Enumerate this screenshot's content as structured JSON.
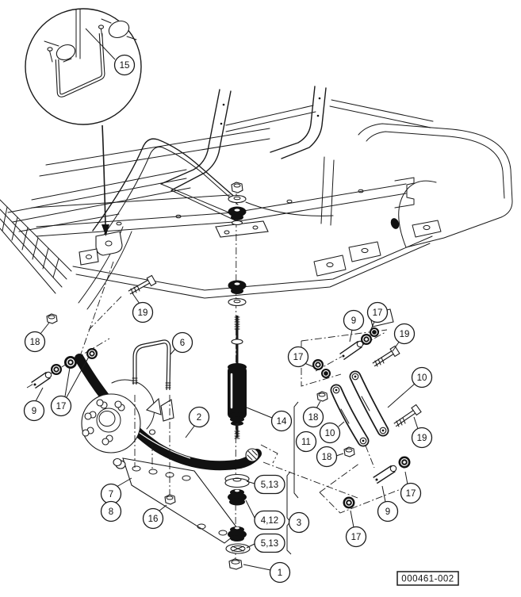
{
  "figure": {
    "part_number_label": "000461-002"
  },
  "colors": {
    "background": "#ffffff",
    "ink": "#1a1a1a"
  },
  "callouts": {
    "n15": {
      "label": "15"
    },
    "n19a": {
      "label": "19"
    },
    "n18a": {
      "label": "18"
    },
    "n9a": {
      "label": "9"
    },
    "n17a": {
      "label": "17"
    },
    "n6": {
      "label": "6"
    },
    "n2": {
      "label": "2"
    },
    "n14": {
      "label": "14"
    },
    "n17b": {
      "label": "17"
    },
    "n9b": {
      "label": "9"
    },
    "n17c": {
      "label": "17"
    },
    "n19b": {
      "label": "19"
    },
    "n10a": {
      "label": "10"
    },
    "n19c": {
      "label": "19"
    },
    "n10b": {
      "label": "10"
    },
    "n18b": {
      "label": "18"
    },
    "n11": {
      "label": "11"
    },
    "n18c": {
      "label": "18"
    },
    "n9c": {
      "label": "9"
    },
    "n17d": {
      "label": "17"
    },
    "n17e": {
      "label": "17"
    },
    "n7": {
      "label": "7"
    },
    "n8": {
      "label": "8"
    },
    "n16": {
      "label": "16"
    },
    "n513a": {
      "label": "5,13"
    },
    "n412": {
      "label": "4,12"
    },
    "n513b": {
      "label": "5,13"
    },
    "n3": {
      "label": "3"
    },
    "n1": {
      "label": "1"
    }
  }
}
